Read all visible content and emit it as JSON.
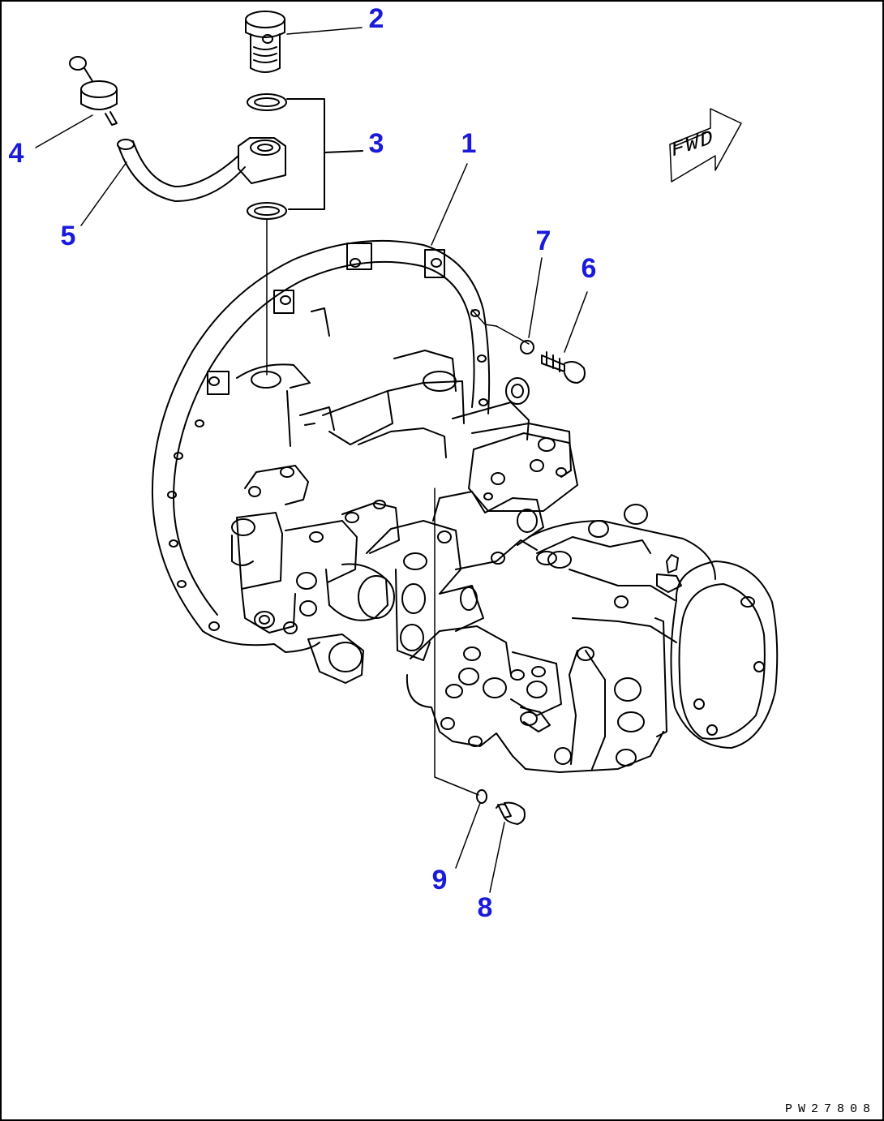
{
  "callouts": {
    "n1": "1",
    "n2": "2",
    "n3": "3",
    "n4": "4",
    "n5": "5",
    "n6": "6",
    "n7": "7",
    "n8": "8",
    "n9": "9"
  },
  "direction_marker": "FWD",
  "drawing_code": "PW27808",
  "colors": {
    "callout": "#1a1adb",
    "line": "#000000",
    "background": "#ffffff"
  }
}
